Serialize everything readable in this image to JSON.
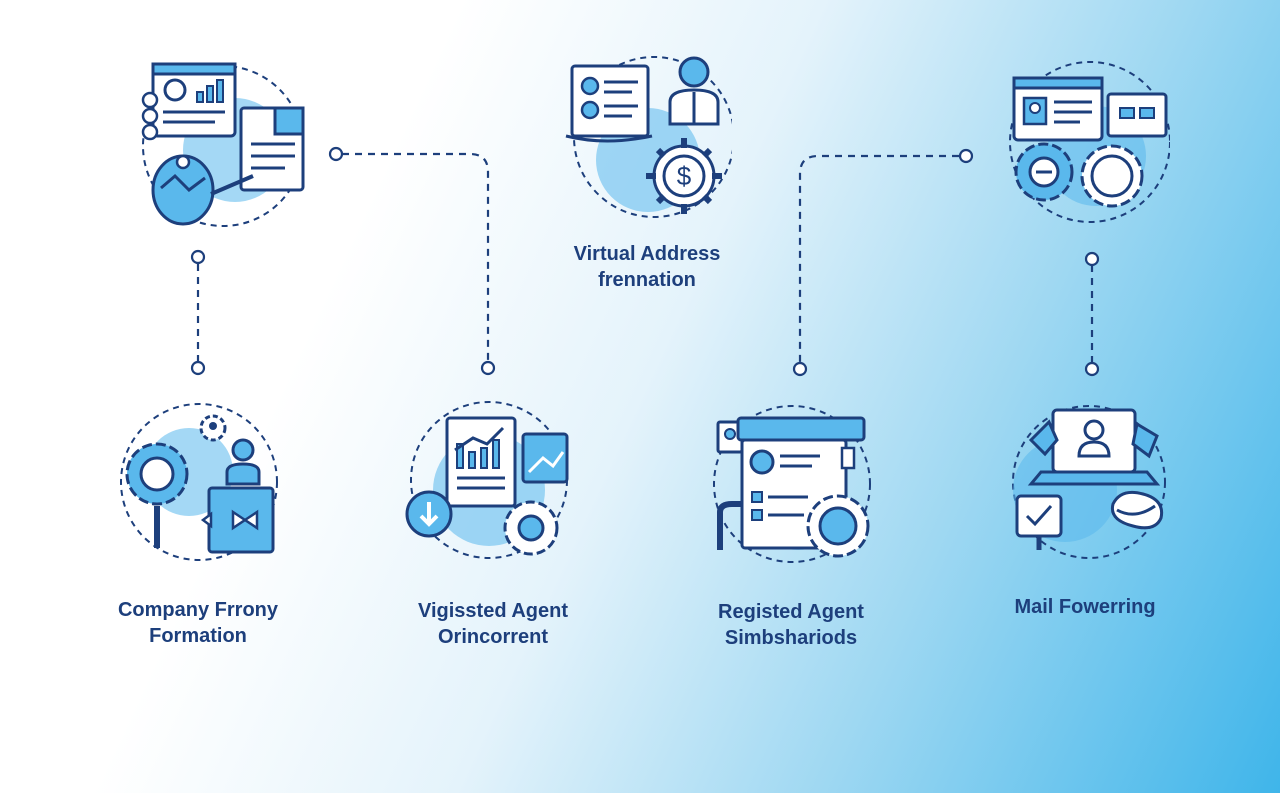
{
  "palette": {
    "stroke": "#1d3f7c",
    "accent": "#5ab8ec",
    "fill": "#ffffff",
    "connector": "#1d3f7c"
  },
  "nodes": [
    {
      "id": "top-left",
      "icon": "dashboard-document-icon",
      "label_lines": []
    },
    {
      "id": "top-center",
      "icon": "invoice-dollar-gear-icon",
      "label_lines": [
        "Virtual Address",
        "frennation"
      ]
    },
    {
      "id": "top-right",
      "icon": "browser-gears-icon",
      "label_lines": []
    },
    {
      "id": "bottom-1",
      "icon": "gear-magnifier-person-icon",
      "label_lines": [
        "Company Frrony",
        "Formation"
      ]
    },
    {
      "id": "bottom-2",
      "icon": "report-chart-gear-icon",
      "label_lines": [
        "Vigissted Agent",
        "Orincorrent"
      ]
    },
    {
      "id": "bottom-3",
      "icon": "profile-document-gear-icon",
      "label_lines": [
        "Registed Agent",
        "Simbshariods"
      ]
    },
    {
      "id": "bottom-4",
      "icon": "laptop-mail-icon",
      "label_lines": [
        "Mail Fowerring"
      ]
    }
  ]
}
